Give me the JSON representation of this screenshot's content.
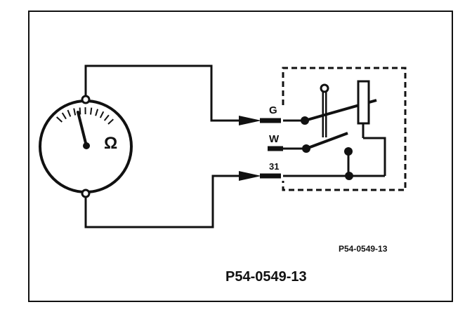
{
  "figure": {
    "reference_code": "P54-0549-13",
    "caption": "P54-0549-13"
  },
  "meter": {
    "unit_symbol": "Ω"
  },
  "terminals": {
    "g": "G",
    "w": "W",
    "t31": "31"
  },
  "colors": {
    "ink": "#111111",
    "background": "#ffffff"
  }
}
